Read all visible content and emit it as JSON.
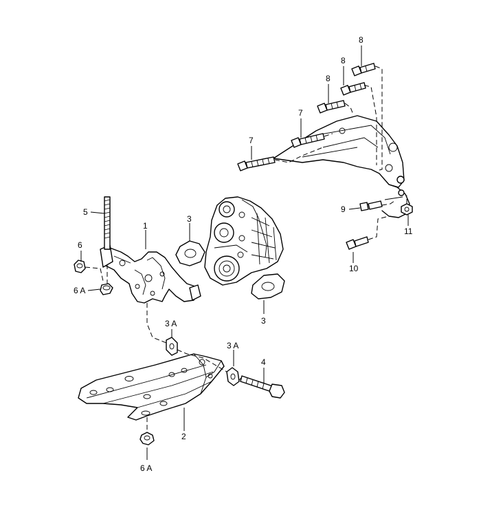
{
  "callouts": {
    "c1": "1",
    "c2": "2",
    "c3_top": "3",
    "c3_bottom": "3",
    "c3a_upper": "3 A",
    "c3a_lower": "3 A",
    "c4": "4",
    "c5": "5",
    "c6": "6",
    "c6a_upper": "6 A",
    "c6a_lower": "6 A",
    "c7_upper": "7",
    "c7_lower": "7",
    "c8_top": "8",
    "c8_mid": "8",
    "c8_low": "8",
    "c9": "9",
    "c10": "10",
    "c11": "11"
  }
}
